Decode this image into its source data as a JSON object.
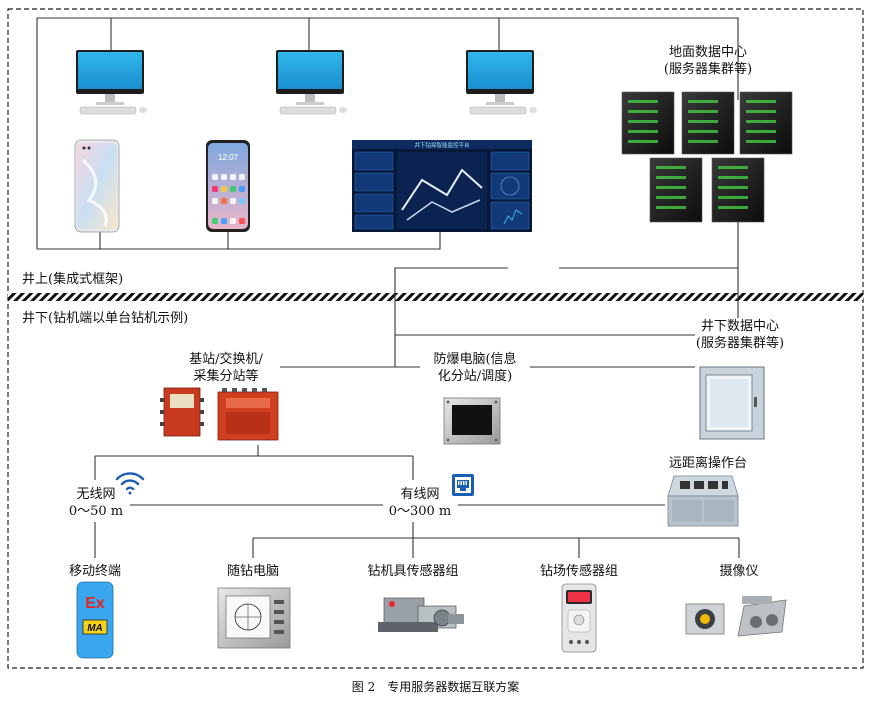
{
  "zones": {
    "surface": "井上(集成式框架)",
    "underground": "井下(钻机端以单台钻机示例)"
  },
  "nodes": {
    "ground_dc": [
      "地面数据中心",
      "(服务器集群等)"
    ],
    "under_dc": [
      "井下数据中心",
      "(服务器集群等)"
    ],
    "base_station": [
      "基站/交换机/",
      "采集分站等"
    ],
    "explosion_pc": [
      "防爆电脑(信息",
      "化分站/调度)"
    ],
    "remote_console": "远距离操作台",
    "wireless": [
      "无线网",
      "0～50 m"
    ],
    "wired": [
      "有线网",
      "0～300 m"
    ],
    "mobile": "移动终端",
    "drill_pc": "随钻电脑",
    "drill_sensor": "钻机具传感器组",
    "field_sensor": "钻场传感器组",
    "camera": "摄像仪"
  },
  "mobile_badge": {
    "top": "Ex",
    "bottom": "MA"
  },
  "phone_time": "12:07",
  "dashboard_title": "井下钻探智能监控平台",
  "caption": "图 2　专用服务器数据互联方案"
}
